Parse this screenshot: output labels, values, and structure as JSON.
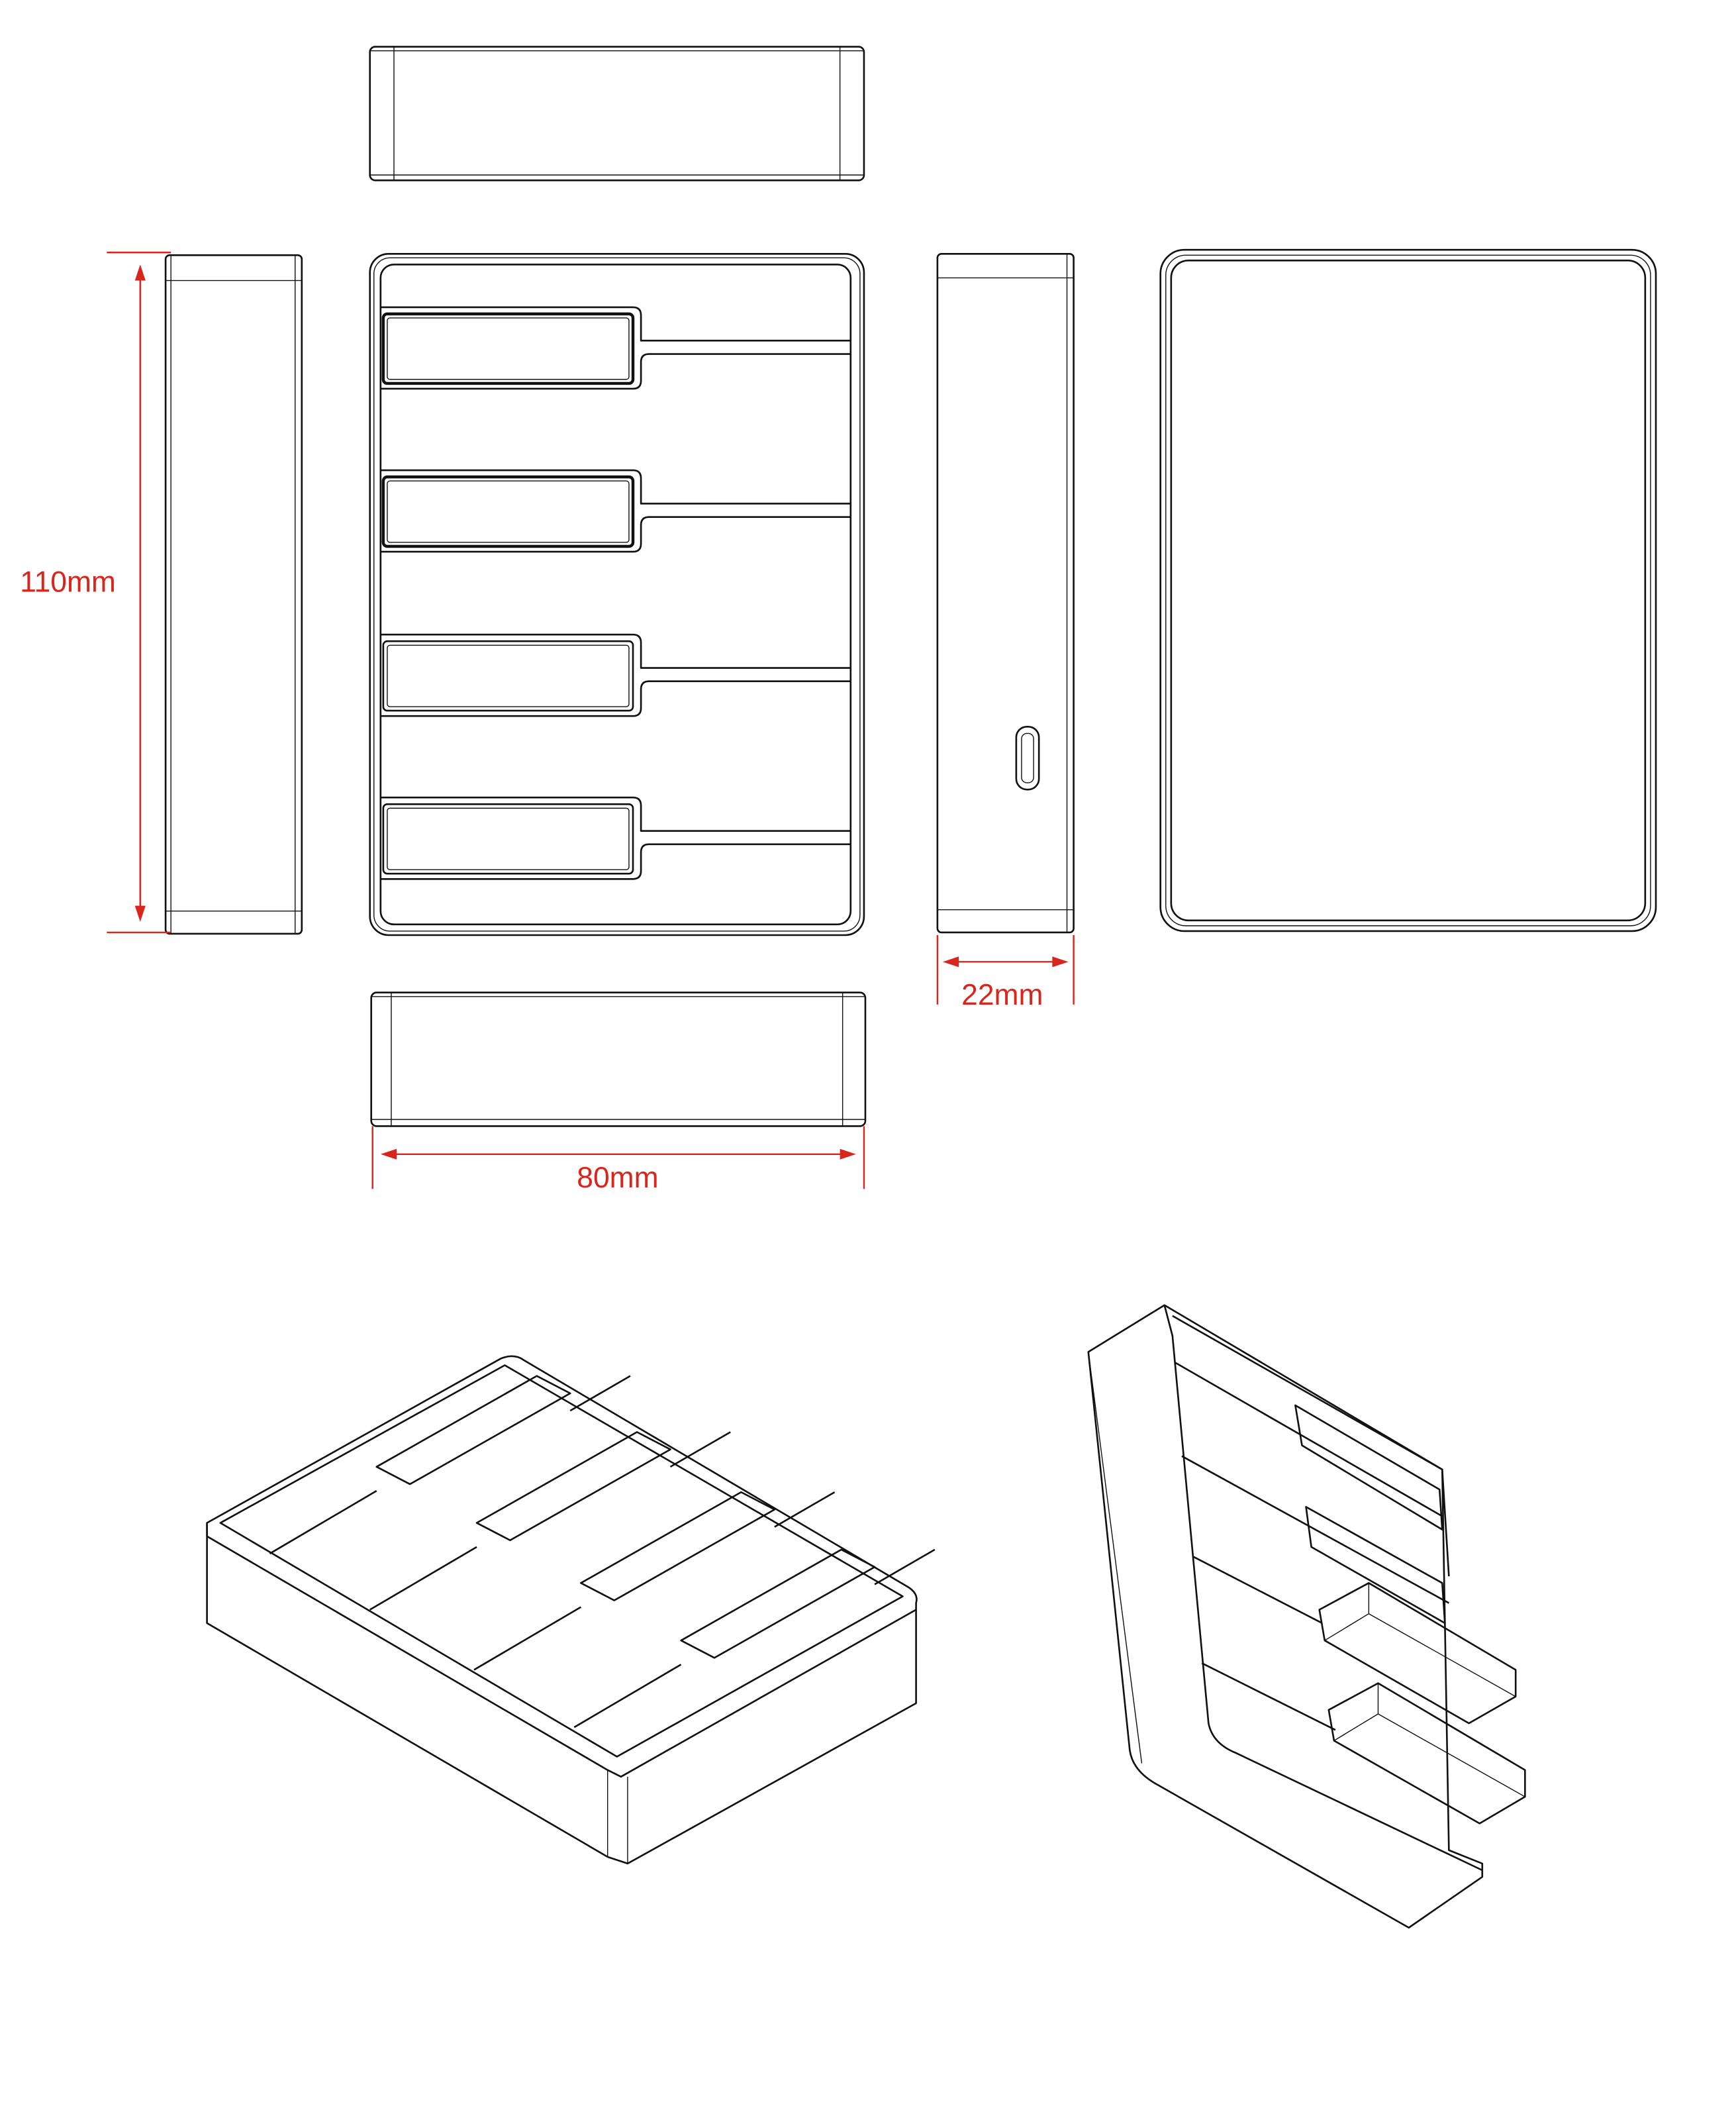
{
  "dimensions": {
    "height_label": "110mm",
    "depth_label": "22mm",
    "width_label": "80mm"
  },
  "colors": {
    "dimension": "#d9261c",
    "line": "#111111",
    "background": "#ffffff"
  },
  "views": [
    "top-view",
    "left-view",
    "front-view",
    "right-view",
    "back-view",
    "bottom-view",
    "iso-view-top",
    "iso-view-angled"
  ]
}
